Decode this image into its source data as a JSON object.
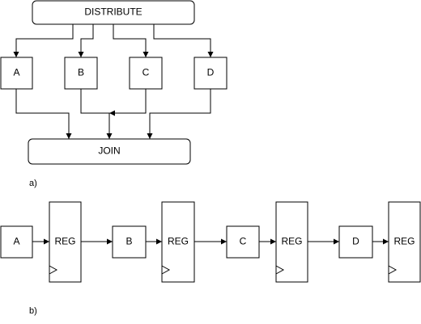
{
  "diagram_a": {
    "caption": "a)",
    "distribute_label": "DISTRIBUTE",
    "join_label": "JOIN",
    "nodes": [
      "A",
      "B",
      "C",
      "D"
    ]
  },
  "diagram_b": {
    "caption": "b)",
    "stages": [
      "A",
      "B",
      "C",
      "D"
    ],
    "register_label": "REG"
  }
}
